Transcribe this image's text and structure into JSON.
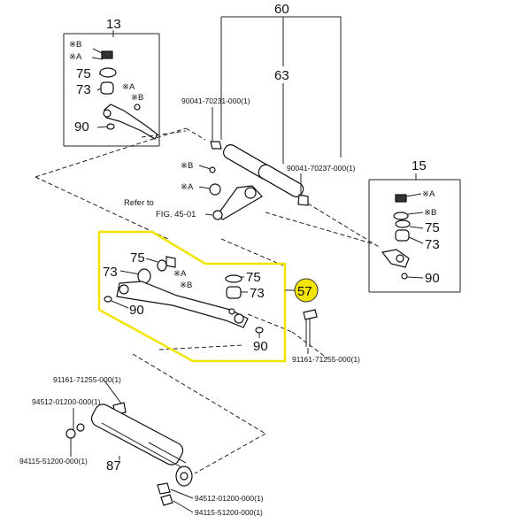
{
  "callouts": {
    "c60": "60",
    "c13": "13",
    "c63": "63",
    "c15": "15",
    "c87": "87",
    "c57": "57"
  },
  "left_box": {
    "tagB1": "※B",
    "tagA1": "※A",
    "n75": "75",
    "n73": "73",
    "tagA2": "※A",
    "tagB2": "※B",
    "n90": "90"
  },
  "right_box": {
    "tagA1": "※A",
    "tagB1": "※B",
    "n75": "75",
    "n73": "73",
    "n90": "90"
  },
  "center": {
    "pn1": "90041-70231-000(1)",
    "pn2": "90041-70237-000(1)",
    "tagB": "※B",
    "tagA": "※A",
    "refer": "Refer to",
    "fig": "FIG. 45-01"
  },
  "highlight": {
    "color": "#f2e400",
    "n75a": "75",
    "n73a": "73",
    "tagA": "※A",
    "tagB": "※B",
    "n90a": "90",
    "n75b": "75",
    "n73b": "73",
    "n90b": "90"
  },
  "bottom": {
    "pn_bolt": "91161-71255-000(1)",
    "pn3": "91161-71255-000(1)",
    "pn4": "94512-01200-000(1)",
    "pn5": "94115-51200-000(1)",
    "pn6": "94512-01200-000(1)",
    "pn7": "94115-51200-000(1)"
  }
}
